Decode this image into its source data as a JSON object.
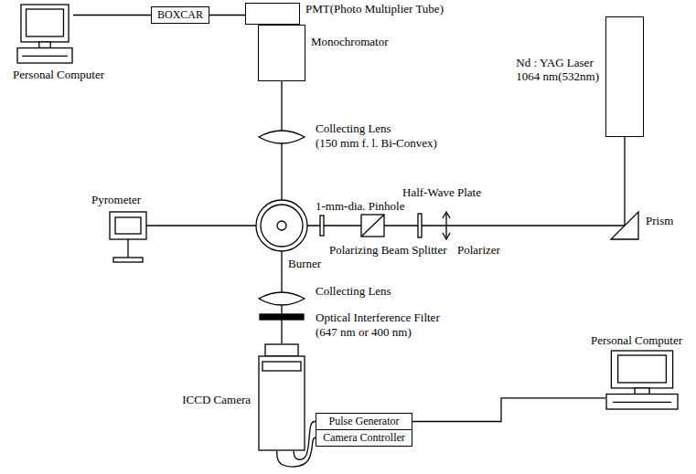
{
  "diagram": {
    "nodes": [
      {
        "text": [
          "Personal Computer"
        ]
      },
      {
        "text": [
          "BOXCAR"
        ]
      },
      {
        "text": [
          "PMT(Photo Multiplier Tube)"
        ]
      },
      {
        "text": [
          "Monochromator"
        ]
      },
      {
        "text": [
          "Nd : YAG Laser",
          "1064 nm(532nm)"
        ]
      },
      {
        "text": [
          "ICCD Camera"
        ]
      },
      {
        "text": [
          "Pulse Generator"
        ]
      },
      {
        "text": [
          "Camera Controller"
        ]
      },
      {
        "text": [
          "Personal Computer"
        ]
      }
    ],
    "edges": [
      {
        "from": 0,
        "to": 1,
        "arrow": "none"
      },
      {
        "from": 1,
        "to": 2,
        "arrow": "none"
      },
      {
        "from": 5,
        "to": 6,
        "arrow": "none"
      },
      {
        "from": 5,
        "to": 7,
        "arrow": "none"
      },
      {
        "from": 8,
        "to": 6,
        "arrow": "none"
      }
    ],
    "labels": [
      "Collecting Lens",
      "(150 mm f. l. Bi-Convex)",
      "Half-Wave Plate",
      "Pyrometer",
      "1-mm-dia. Pinhole",
      "Prism",
      "Polarizing Beam Splitter",
      "Polarizer",
      "Burner",
      "Collecting Lens",
      "Optical Interference Filter",
      "(647 nm or 400 nm)"
    ]
  }
}
